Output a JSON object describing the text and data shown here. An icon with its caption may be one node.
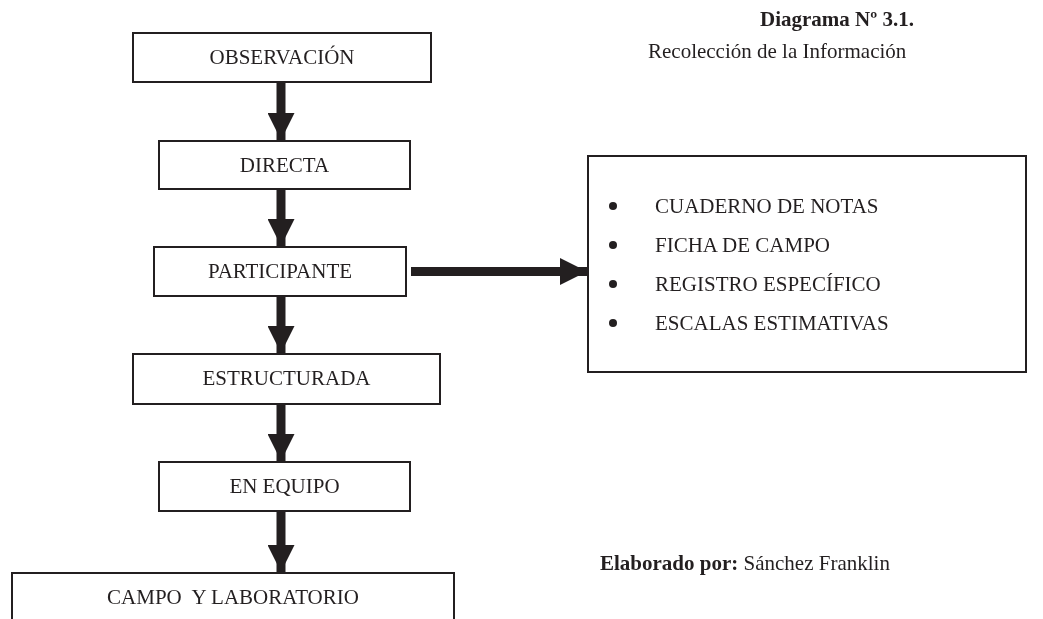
{
  "diagram": {
    "title": "Diagrama Nº 3.1.",
    "nodes": [
      {
        "text": [
          "OBSERVACIÓN"
        ]
      },
      {
        "text": [
          "DIRECTA"
        ]
      },
      {
        "text": [
          "PARTICIPANTE"
        ]
      },
      {
        "text": [
          "ESTRUCTURADA"
        ]
      },
      {
        "text": [
          "EN EQUIPO"
        ]
      },
      {
        "text": [
          "CAMPO  Y LABORATORIO"
        ]
      },
      {
        "text": [
          "CUADERNO DE NOTAS",
          "FICHA DE CAMPO",
          "REGISTRO ESPECÍFICO",
          "ESCALAS ESTIMATIVAS"
        ]
      }
    ],
    "edges": [
      {
        "from": 0,
        "to": 1,
        "arrow": "to"
      },
      {
        "from": 1,
        "to": 2,
        "arrow": "to"
      },
      {
        "from": 2,
        "to": 3,
        "arrow": "to"
      },
      {
        "from": 3,
        "to": 4,
        "arrow": "to"
      },
      {
        "from": 4,
        "to": 5,
        "arrow": "to"
      },
      {
        "from": 2,
        "to": 6,
        "arrow": "to"
      }
    ],
    "labels": [
      "Recolección de la Información",
      "**Elaborado por:** Sánchez Franklin"
    ]
  }
}
